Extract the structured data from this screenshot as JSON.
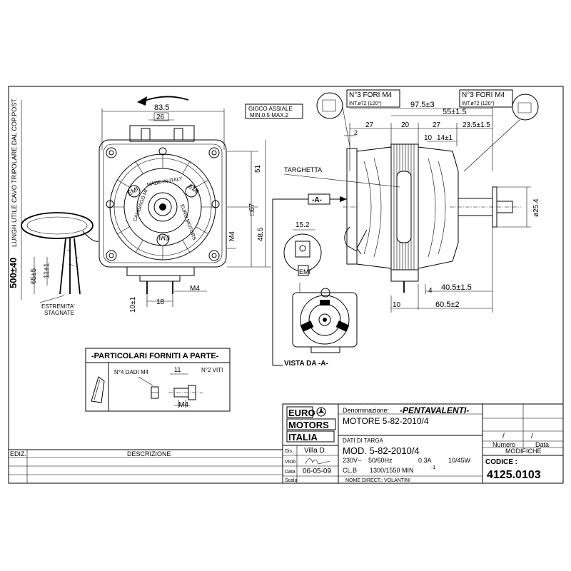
{
  "dims_front": {
    "width_top": "83.5",
    "width_inner": "26",
    "height_51": "51",
    "square_67": "□67",
    "height_48": "48.5",
    "m4_right": "M4",
    "m4_bottom": "M4",
    "d18": "18",
    "d10": "10±1",
    "d65": "65±5",
    "d11": "11±1",
    "cable_len": "500±40",
    "cable_note": "LUNGH.UTILE CAVO TRIPOLARE DAL COP.POST.",
    "wire_end_1": "ESTREMITA'",
    "wire_end_2": "STAGNATE",
    "gioco_1": "GIOCO ASSIALE",
    "gioco_2": "MIN.0.5 MAX.2"
  },
  "nameplate_marks": {
    "made_in_italy": "MADE-IN-ITALY",
    "emi_1": "EMI",
    "emi_2": "EMI",
    "emi_3": "EMI",
    "euro_motors": "EURO MOTORS",
    "cambiago": "CAMBIAGO MI"
  },
  "dims_side": {
    "holes_left_1": "N°3 FORI M4",
    "holes_left_2": "INT.ø72 (120°)",
    "holes_right_1": "N°3 FORI M4",
    "holes_right_2": "INT.ø72 (120°)",
    "d97": "97.5±3",
    "d55": "55±1.5",
    "d27a": "27",
    "d20": "20",
    "d27b": "27",
    "d23": "23.5±1.5",
    "d10a": "10",
    "d14": "14±1",
    "d2": "2",
    "targhetta": "TARGHETTA",
    "view_arrow": "-A-",
    "shaft_dia": "ø25.4",
    "d4": "4",
    "d40": "40.5±1.5",
    "d10b": "10",
    "d60": "60.5±2"
  },
  "detail_view": {
    "d15": "15.2",
    "emi": "EMI",
    "title": "VISTA DA -A-"
  },
  "parts_box": {
    "title": "-PARTICOLARI FORNITI A PARTE-",
    "nuts": "N°4 DADI M4",
    "screws": "N°2 VITI",
    "d11": "11",
    "m4": "M4"
  },
  "logo": {
    "line1": "EURO",
    "line2": "MOTORS",
    "line3": "ITALIA"
  },
  "title_block": {
    "denominazione_label": "Denominazione:",
    "denominazione_value": "-PENTAVALENTI-",
    "model_title": "MOTORE 5-82-2010/4",
    "dati_label": "DATI DI TARGA",
    "mod_line": "MOD. 5-82-2010/4",
    "spec_voltage": "230V~",
    "spec_freq": "50/60Hz",
    "spec_current": "0.3A",
    "spec_power": "10/45W",
    "spec_class": "CL.B",
    "spec_rpm": "1300/1550 MIN",
    "spec_rpm_exp": "-1",
    "nome_direct": "NOME DIRECT.: VOLANTINI",
    "dis_label": "Dis.",
    "dis_value": "Villa D.",
    "visto_label": "Visto",
    "data_label": "Data",
    "data_value": "06-05-09",
    "scala_label": "Scala",
    "slash_1": "/",
    "slash_2": "/",
    "numero_label": "Numero",
    "data2_label": "Data",
    "modifiche_label": "MODIFICHE",
    "codice_label": "CODICE :",
    "codice_value": "4125.0103"
  },
  "revision_table": {
    "ediz_label": "EDIZ.",
    "descrizione_label": "DESCRIZIONE"
  }
}
